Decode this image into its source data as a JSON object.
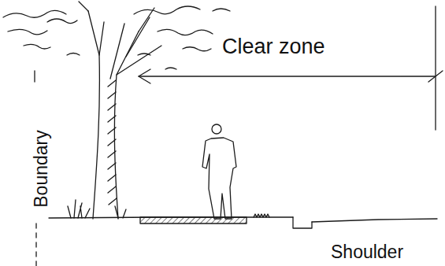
{
  "diagram": {
    "labels": [
      "Clear zone",
      "Boundary",
      "Shoulder"
    ]
  }
}
